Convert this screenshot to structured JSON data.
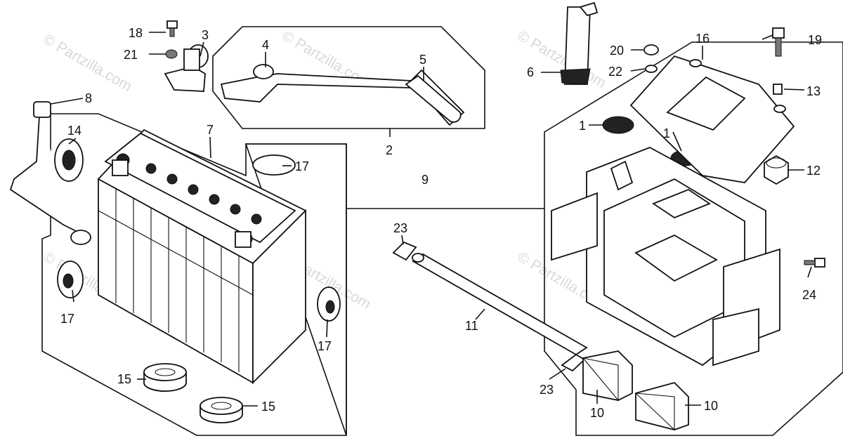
{
  "watermark": "© Partzilla.com",
  "callouts": {
    "c1a": "1",
    "c1b": "1",
    "c2": "2",
    "c3": "3",
    "c4": "4",
    "c5": "5",
    "c6": "6",
    "c7": "7",
    "c8": "8",
    "c9": "9",
    "c10a": "10",
    "c10b": "10",
    "c11": "11",
    "c12": "12",
    "c13": "13",
    "c14": "14",
    "c15a": "15",
    "c15b": "15",
    "c16": "16",
    "c17a": "17",
    "c17b": "17",
    "c17c": "17",
    "c18": "18",
    "c19": "19",
    "c20": "20",
    "c21": "21",
    "c22": "22",
    "c23a": "23",
    "c23b": "23",
    "c24": "24"
  }
}
